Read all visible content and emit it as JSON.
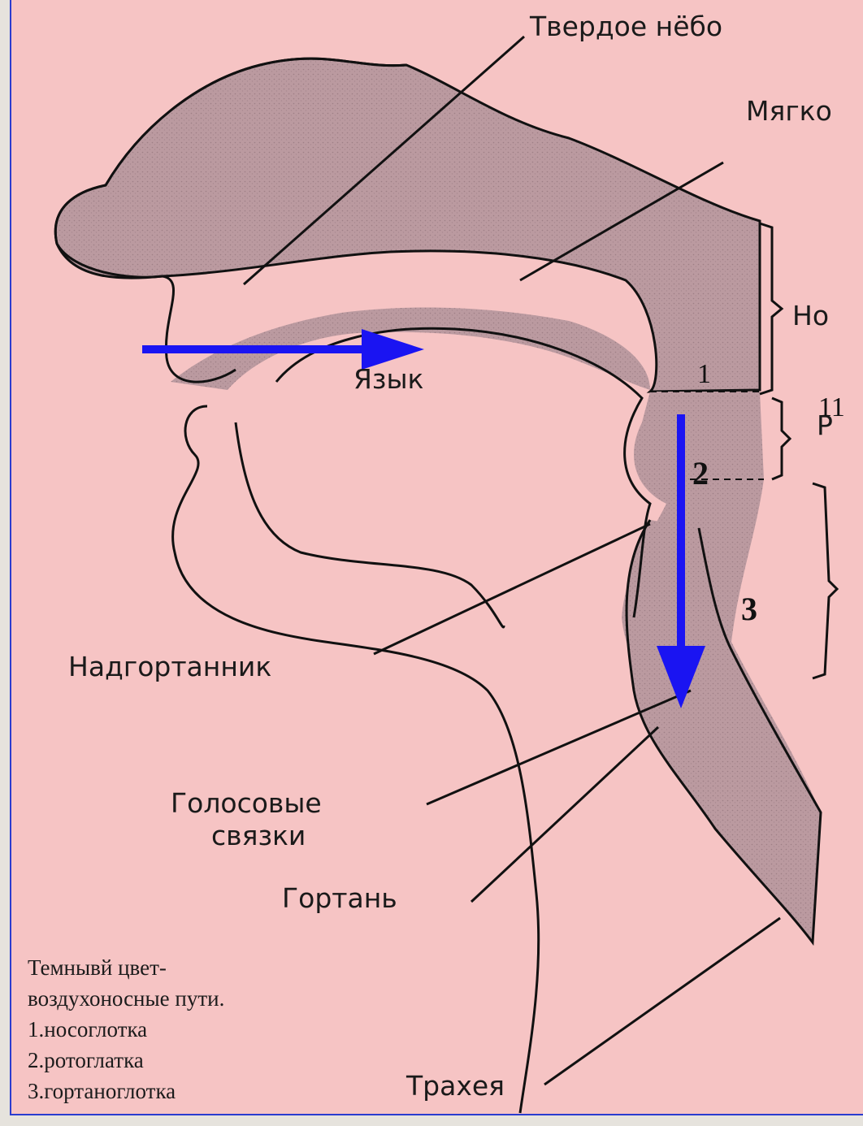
{
  "labels": {
    "hard_palate": "Твердое нёбо",
    "soft_palate": "Мягко",
    "nasal": "Но",
    "tongue": "Язык",
    "oral_mark": "Р",
    "epiglottis": "Надгортанник",
    "vocal_cords_line1": "Голосовые",
    "vocal_cords_line2": "связки",
    "larynx": "Гортань",
    "trachea": "Трахея"
  },
  "markers": {
    "m1": "1",
    "m11": "11",
    "m2": "2",
    "m3": "3"
  },
  "legend": {
    "line1": "Темнывй цвет-",
    "line2": "воздухоносные пути.",
    "line3": "1.носоглотка",
    "line4": "2.ротоглатка",
    "line5": "3.гортаноглотка"
  },
  "colors": {
    "background": "#f6c4c4",
    "airway_fill": "#bb9aa0",
    "arrow": "#1a14f2",
    "outline": "#111111"
  }
}
